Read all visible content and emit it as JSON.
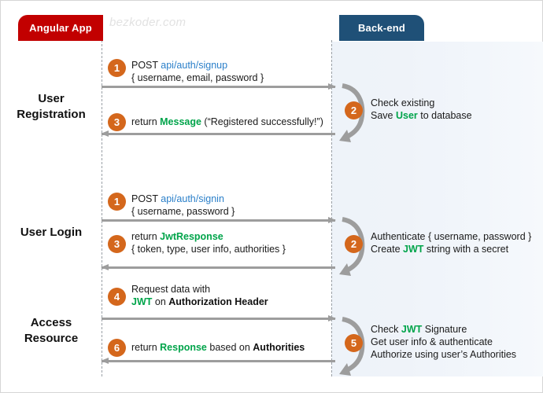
{
  "diagram": {
    "title_watermark": "bezkoder.com",
    "colors": {
      "client_box": "#c20000",
      "server_box": "#1f5077",
      "bubble": "#d4671c",
      "arrow": "#9d9d9d",
      "highlight_green": "#00a44a",
      "highlight_blue": "#2a7fc9",
      "panel": "#eef3f9"
    },
    "actors": {
      "client": "Angular App",
      "server": "Back-end"
    },
    "phases": [
      {
        "id": "registration",
        "line1": "User",
        "line2": "Registration"
      },
      {
        "id": "login",
        "line1": "User",
        "line2": "Login"
      },
      {
        "id": "access",
        "line1": "Access",
        "line2": "Resource"
      }
    ],
    "steps": {
      "reg_request": {
        "number": "1",
        "l1_a": "POST ",
        "l1_b": "api/auth/signup",
        "l2": "{ username, email, password }"
      },
      "reg_process": {
        "number": "2",
        "l1": "Check existing",
        "l2_a": "Save ",
        "l2_b": "User",
        "l2_c": " to database"
      },
      "reg_response": {
        "number": "3",
        "l1_a": "return ",
        "l1_b": "Message",
        "l1_c": " (“Registered successfully!”)"
      },
      "login_request": {
        "number": "1",
        "l1_a": "POST ",
        "l1_b": "api/auth/signin",
        "l2": "{ username, password }"
      },
      "login_process": {
        "number": "2",
        "l1": "Authenticate { username, password }",
        "l2_a": "Create ",
        "l2_b": "JWT",
        "l2_c": " string with a secret"
      },
      "login_response": {
        "number": "3",
        "l1_a": "return ",
        "l1_b": "JwtResponse",
        "l2": "{ token, type, user info, authorities }"
      },
      "access_request": {
        "number": "4",
        "l1": "Request  data with",
        "l2_a": "JWT",
        "l2_b": " on ",
        "l2_c": "Authorization Header"
      },
      "access_process": {
        "number": "5",
        "l1_a": "Check ",
        "l1_b": "JWT",
        "l1_c": " Signature",
        "l2": "Get user info & authenticate",
        "l3": "Authorize using user’s Authorities"
      },
      "access_response": {
        "number": "6",
        "l1_a": "return ",
        "l1_b": "Response",
        "l1_c": " based on ",
        "l1_d": "Authorities"
      }
    }
  }
}
